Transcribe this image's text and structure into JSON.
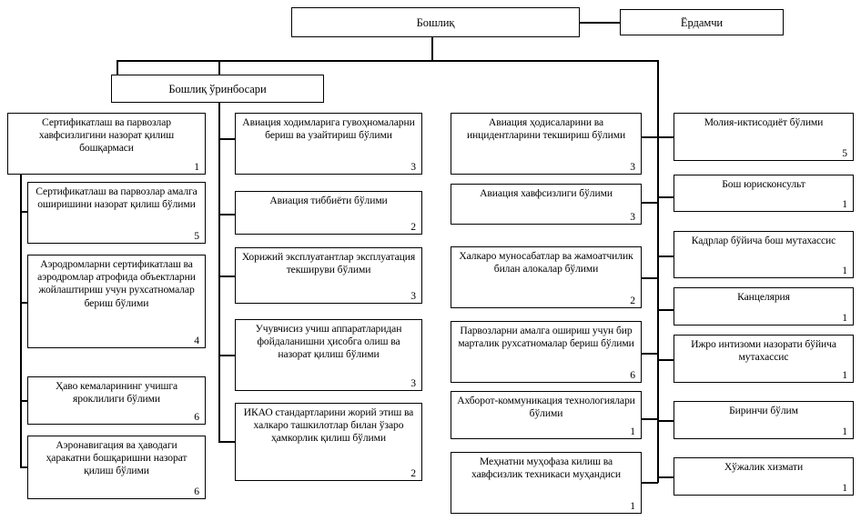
{
  "diagram": {
    "title_chain": [
      "Бошлиқ",
      "Ёрдамчи",
      "Бошлиқ ўринбосари"
    ],
    "type": "organizational-chart"
  },
  "top": {
    "chief": {
      "label": "Бошлиқ",
      "count": ""
    },
    "assistant": {
      "label": "Ёрдамчи",
      "count": ""
    },
    "deputy": {
      "label": "Бошлиқ ўринбосари",
      "count": ""
    }
  },
  "column1": [
    {
      "label": "Сертификатлаш ва парвозлар хавфсизлигини назорат қилиш бошқармаси",
      "count": "1"
    },
    {
      "label": "Сертификатлаш ва парвозлар амалга оширишини назорат қилиш бўлими",
      "count": "5"
    },
    {
      "label": "Аэродромларни сертификатлаш ва аэродромлар атрофида объектларни жойлаштириш учун рухсатномалар бериш бўлими",
      "count": "4"
    },
    {
      "label": "Ҳаво кемаларининг учишга яроклилиги бўлими",
      "count": "6"
    },
    {
      "label": "Аэронавигация ва ҳаводаги ҳаракатни бошқаришни назорат қилиш бўлими",
      "count": "6"
    }
  ],
  "column2": [
    {
      "label": "Авиация ходимларига гувоҳномаларни бериш ва узайтириш бўлими",
      "count": "3"
    },
    {
      "label": "Авиация тиббиёти бўлими",
      "count": "2"
    },
    {
      "label": "Хорижий эксплуатантлар эксплуатация текшируви бўлими",
      "count": "3"
    },
    {
      "label": "Учувчисиз учиш аппаратларидан фойдаланишни ҳисобга олиш ва назорат қилиш бўлими",
      "count": "3"
    },
    {
      "label": "ИКАО стандартларини жорий этиш ва халкаро ташкилотлар билан ўзаро ҳамкорлик қилиш бўлими",
      "count": "2"
    }
  ],
  "column3": [
    {
      "label": "Авиация ҳодисаларини ва инцидентларини текшириш бўлими",
      "count": "3"
    },
    {
      "label": "Авиация хавфсизлиги бўлими",
      "count": "3"
    },
    {
      "label": "Халкаро муносабатлар ва жамоатчилик билан алокалар бўлими",
      "count": "2"
    },
    {
      "label": "Парвозларни амалга ошириш учун бир марталик рухсатномалар бериш бўлими",
      "count": "6"
    },
    {
      "label": "Ахборот-коммуникация технологиялари бўлими",
      "count": "1"
    },
    {
      "label": "Меҳнатни муҳофаза килиш ва хавфсизлик техникаси муҳандиси",
      "count": "1"
    }
  ],
  "column4": [
    {
      "label": "Молия-иктисодиёт бўлими",
      "count": "5"
    },
    {
      "label": "Бош юрисконсульт",
      "count": "1"
    },
    {
      "label": "Кадрлар бўйича бош мутахассис",
      "count": "1"
    },
    {
      "label": "Канцелярия",
      "count": "1"
    },
    {
      "label": "Ижро интизоми назорати бўйича мутахассис",
      "count": "1"
    },
    {
      "label": "Биринчи бўлим",
      "count": "1"
    },
    {
      "label": "Хўжалик хизмати",
      "count": "1"
    }
  ],
  "colors": {
    "line": "#000000",
    "box_bg": "#ffffff",
    "text": "#000000"
  }
}
